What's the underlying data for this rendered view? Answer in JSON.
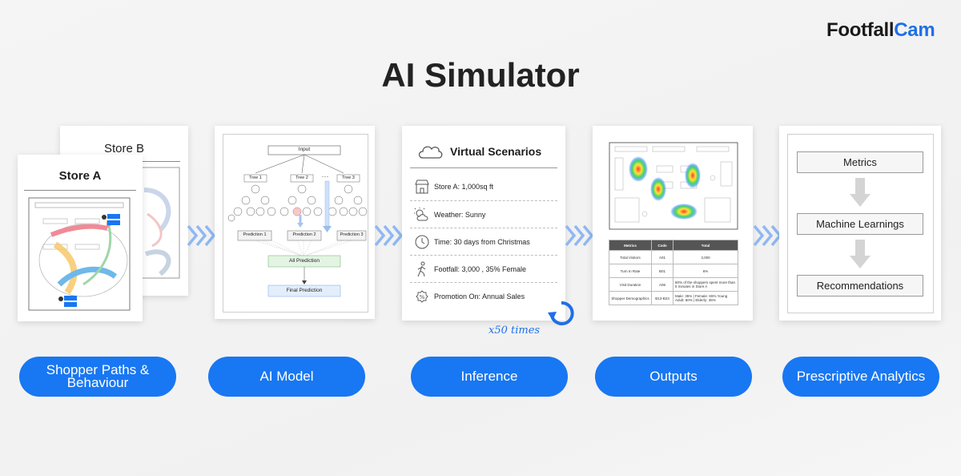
{
  "brand": {
    "part1": "Footfall",
    "part2": "Cam"
  },
  "title": "AI Simulator",
  "stages": [
    {
      "label": "Shopper Paths & Behaviour"
    },
    {
      "label": "AI Model"
    },
    {
      "label": "Inference"
    },
    {
      "label": "Outputs"
    },
    {
      "label": "Prescriptive Analytics"
    }
  ],
  "store_panel": {
    "store_a": "Store A",
    "store_b": "Store B"
  },
  "model_panel": {
    "input": "Input",
    "trees": [
      "Tree 1",
      "Tree 2",
      "......",
      "Tree 3"
    ],
    "predictions": [
      "Prediction 1",
      "Prediction 2",
      "Prediction 3"
    ],
    "all_prediction": "All Prediction",
    "final_prediction": "Final Prediction"
  },
  "inference_panel": {
    "header": "Virtual Scenarios",
    "rows": [
      {
        "icon": "store-icon",
        "text": "Store A: 1,000sq ft"
      },
      {
        "icon": "weather-icon",
        "text": "Weather: Sunny"
      },
      {
        "icon": "clock-icon",
        "text": "Time: 30 days from Christmas"
      },
      {
        "icon": "walking-person-icon",
        "text": "Footfall: 3,000 , 35% Female"
      },
      {
        "icon": "percent-tag-icon",
        "text": "Promotion On: Annual Sales"
      }
    ],
    "repeat_label": "x50 times"
  },
  "outputs_panel": {
    "columns": [
      "Metrics",
      "Code",
      "Total"
    ],
    "rows": [
      [
        "Total Visitors",
        "A01",
        "3,000"
      ],
      [
        "Turn In Rate",
        "B01",
        "6%"
      ],
      [
        "Visit Duration",
        "A06",
        "60% of the shoppers spent more than 5 minutes in Store A"
      ],
      [
        "Shopper Demographics",
        "B13-B23",
        "Male: 35% | Female: 65% Young Adult: 60% | Elderly: 35%"
      ]
    ]
  },
  "analytics_panel": {
    "steps": [
      "Metrics",
      "Machine Learnings",
      "Recommendations"
    ]
  },
  "colors": {
    "accent": "#1877f2",
    "brand_blue": "#1f6fe8",
    "chevron": "#8fb8f2"
  }
}
